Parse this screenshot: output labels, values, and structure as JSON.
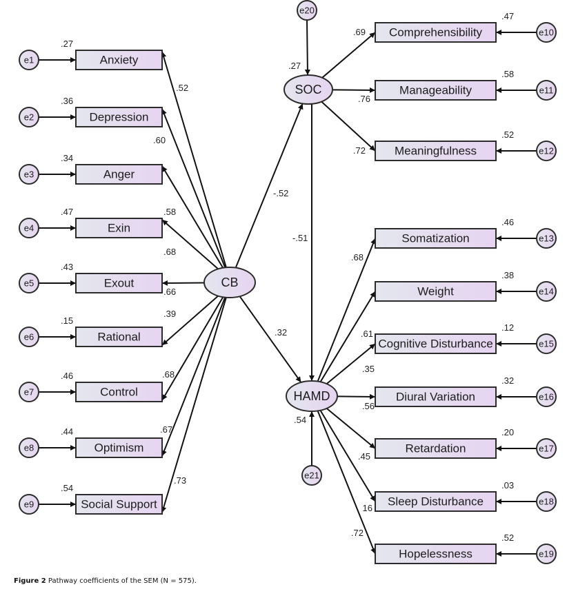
{
  "figure": {
    "caption_label": "Figure 2",
    "caption_text": "Pathway coefficients of the SEM (N = 575)."
  },
  "colors": {
    "box_fill_left": "#e4e6ee",
    "box_fill_right": "#e6d4f0",
    "line": "#111111"
  },
  "latents": [
    {
      "id": "CB",
      "label": "CB"
    },
    {
      "id": "SOC",
      "label": "SOC",
      "r2": ".27",
      "error": "e20"
    },
    {
      "id": "HAMD",
      "label": "HAMD",
      "r2": ".54",
      "error": "e21"
    }
  ],
  "structural_paths": [
    {
      "from": "CB",
      "to": "SOC",
      "coef": "-.52"
    },
    {
      "from": "CB",
      "to": "HAMD",
      "coef": ".32"
    },
    {
      "from": "SOC",
      "to": "HAMD",
      "coef": "-.51"
    }
  ],
  "cb_indicators": [
    {
      "label": "Anxiety",
      "error": "e1",
      "r2": ".27",
      "loading": ".52"
    },
    {
      "label": "Depression",
      "error": "e2",
      "r2": ".36",
      "loading": ".60"
    },
    {
      "label": "Anger",
      "error": "e3",
      "r2": ".34",
      "loading": ".58"
    },
    {
      "label": "Exin",
      "error": "e4",
      "r2": ".47",
      "loading": ".68"
    },
    {
      "label": "Exout",
      "error": "e5",
      "r2": ".43",
      "loading": ".66"
    },
    {
      "label": "Rational",
      "error": "e6",
      "r2": ".15",
      "loading": ".39"
    },
    {
      "label": "Control",
      "error": "e7",
      "r2": ".46",
      "loading": ".68"
    },
    {
      "label": "Optimism",
      "error": "e8",
      "r2": ".44",
      "loading": ".67"
    },
    {
      "label": "Social Support",
      "error": "e9",
      "r2": ".54",
      "loading": ".73"
    }
  ],
  "soc_indicators": [
    {
      "label": "Comprehensibility",
      "error": "e10",
      "r2": ".47",
      "loading": ".69"
    },
    {
      "label": "Manageability",
      "error": "e11",
      "r2": ".58",
      "loading": ".76"
    },
    {
      "label": "Meaningfulness",
      "error": "e12",
      "r2": ".52",
      "loading": ".72"
    }
  ],
  "hamd_indicators": [
    {
      "label": "Somatization",
      "error": "e13",
      "r2": ".46",
      "loading": ".68"
    },
    {
      "label": "Weight",
      "error": "e14",
      "r2": ".38",
      "loading": ".61"
    },
    {
      "label": "Cognitive Disturbance",
      "error": "e15",
      "r2": ".12",
      "loading": ".35"
    },
    {
      "label": "Diural Variation",
      "error": "e16",
      "r2": ".32",
      "loading": ".56"
    },
    {
      "label": "Retardation",
      "error": "e17",
      "r2": ".20",
      "loading": ".45"
    },
    {
      "label": "Sleep Disturbance",
      "error": "e18",
      "r2": ".03",
      "loading": "16"
    },
    {
      "label": "Hopelessness",
      "error": "e19",
      "r2": ".52",
      "loading": ".72"
    }
  ]
}
